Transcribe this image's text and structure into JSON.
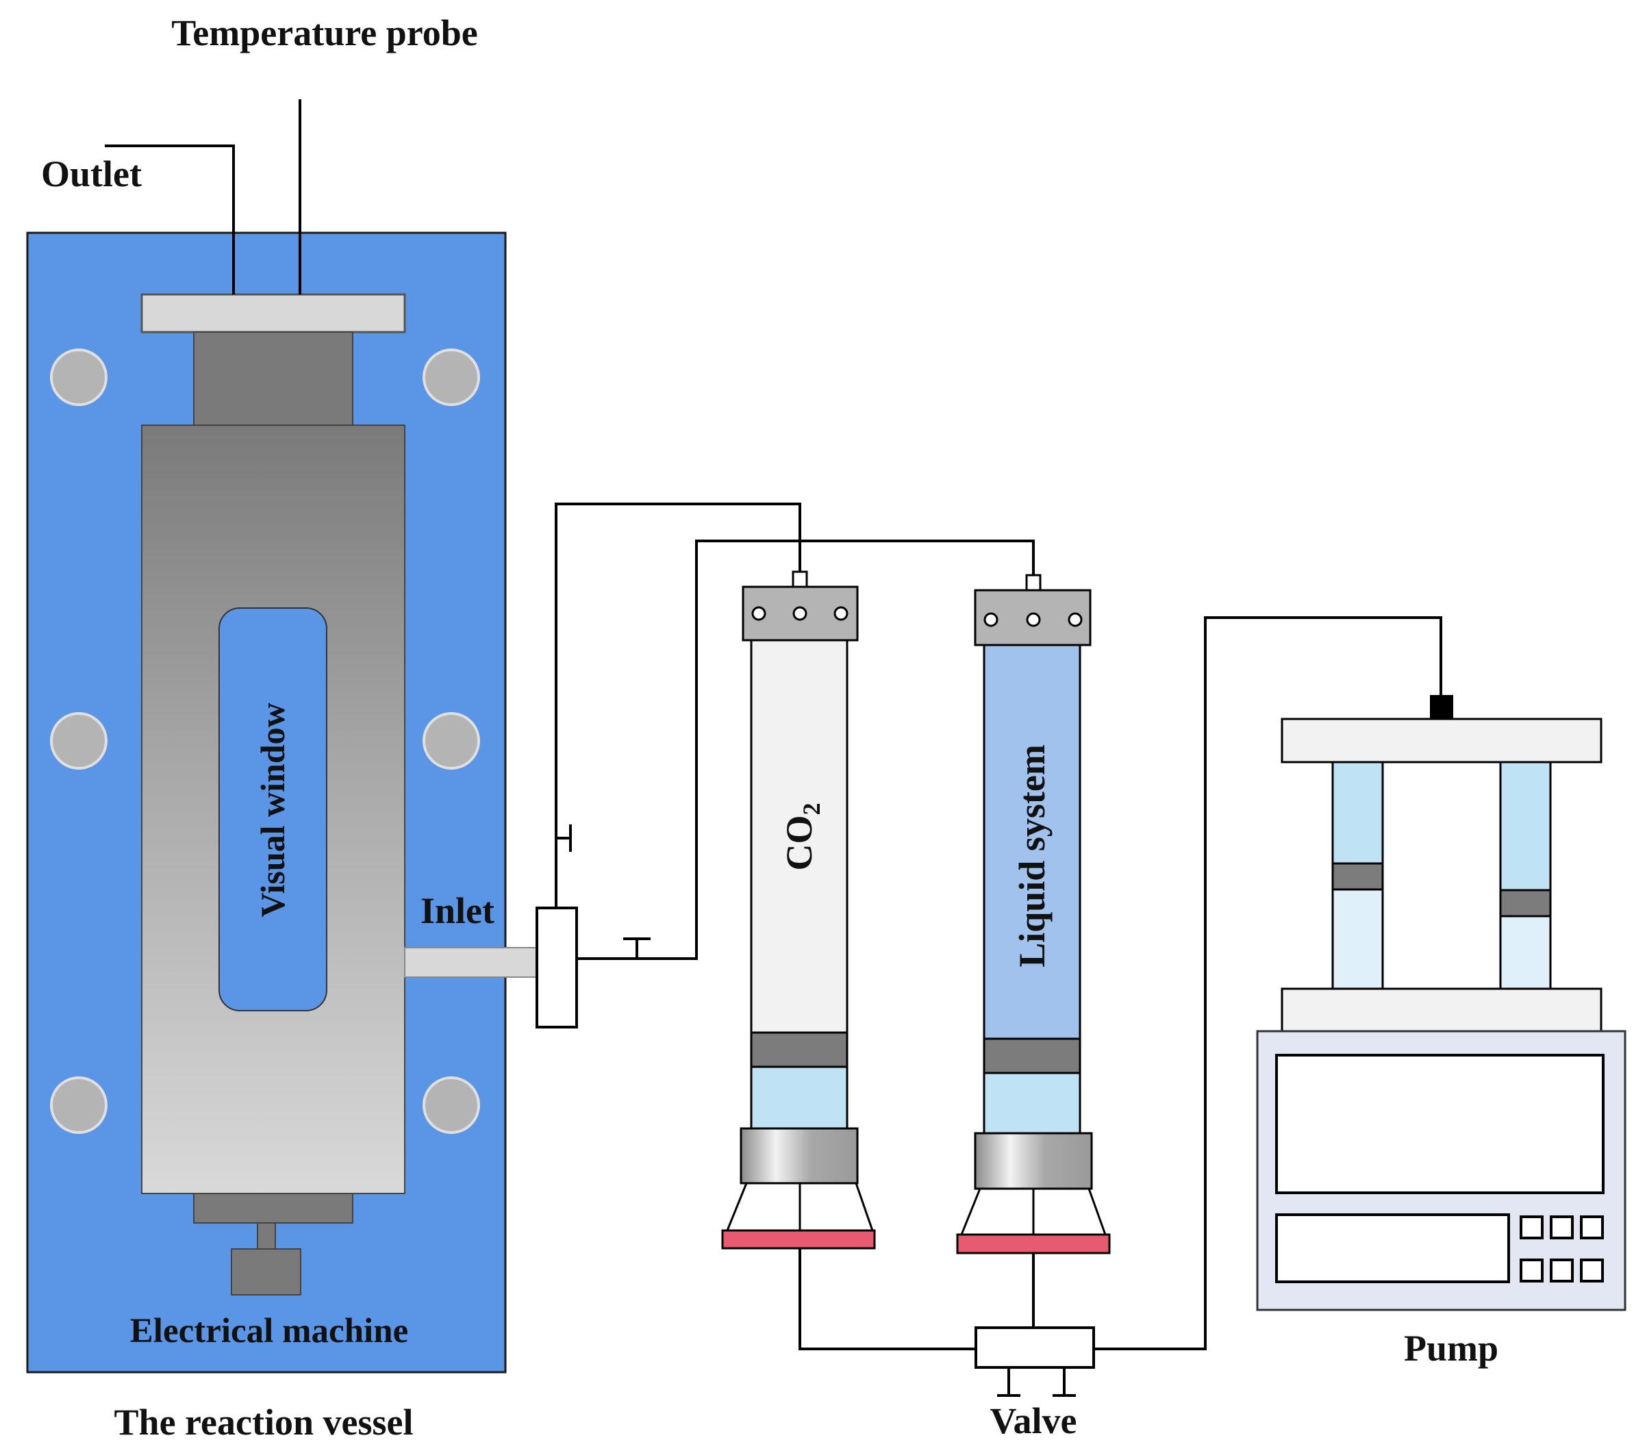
{
  "labels": {
    "temperature_probe": "Temperature probe",
    "outlet": "Outlet",
    "visual_window": "Visual window",
    "inlet": "Inlet",
    "electrical_machine": "Electrical machine",
    "reaction_vessel": "The reaction vessel",
    "co2_main": "CO",
    "co2_sub": "2",
    "liquid_system": "Liquid system",
    "valve": "Valve",
    "pump": "Pump"
  },
  "colors": {
    "vessel_blue": "#5b96e6",
    "bolt_gray": "#b4b4b4",
    "line_black": "#000000",
    "piston_gray": "#7c7c7c",
    "light_blue": "#bfe3f4",
    "liquid_blue": "#a2c2ee",
    "pale_blue": "#dff0fa",
    "base_red": "#e85a6e",
    "pump_body": "#e3e7f4"
  }
}
